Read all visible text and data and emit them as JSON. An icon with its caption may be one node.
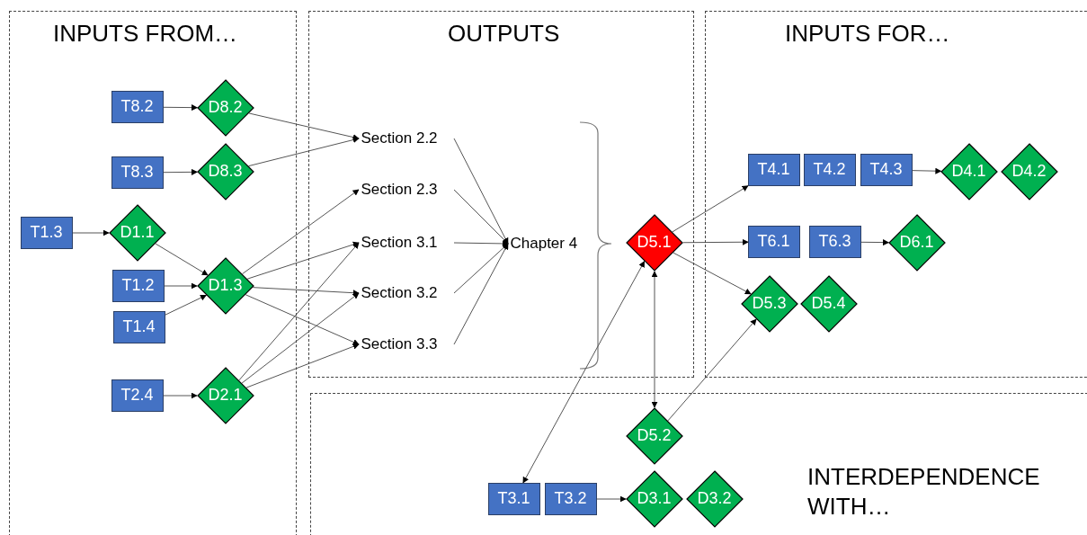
{
  "diagram": {
    "nodes": [
      {
        "text": [
          "INPUTS FROM…"
        ]
      },
      {
        "text": [
          "OUTPUTS"
        ]
      },
      {
        "text": [
          "INPUTS FOR…"
        ]
      },
      {
        "text": [
          "INTERDEPENDENCE WITH…"
        ]
      },
      {
        "text": [
          "T8.2"
        ],
        "in": 0
      },
      {
        "text": [
          "D8.2"
        ],
        "in": 0
      },
      {
        "text": [
          "T8.3"
        ],
        "in": 0
      },
      {
        "text": [
          "D8.3"
        ],
        "in": 0
      },
      {
        "text": [
          "T1.3"
        ],
        "in": 0
      },
      {
        "text": [
          "D1.1"
        ],
        "in": 0
      },
      {
        "text": [
          "T1.2"
        ],
        "in": 0
      },
      {
        "text": [
          "D1.3"
        ],
        "in": 0
      },
      {
        "text": [
          "T1.4"
        ],
        "in": 0
      },
      {
        "text": [
          "T2.4"
        ],
        "in": 0
      },
      {
        "text": [
          "D2.1"
        ],
        "in": 0
      },
      {
        "text": [
          "Section 2.2"
        ],
        "in": 1
      },
      {
        "text": [
          "Section 2.3"
        ],
        "in": 1
      },
      {
        "text": [
          "Section 3.1"
        ],
        "in": 1
      },
      {
        "text": [
          "Section 3.2"
        ],
        "in": 1
      },
      {
        "text": [
          "Section 3.3"
        ],
        "in": 1
      },
      {
        "text": [
          "Chapter 4"
        ],
        "in": 1
      },
      {
        "text": [
          "D5.1"
        ],
        "in": 1
      },
      {
        "text": [
          "T4.1"
        ],
        "in": 2
      },
      {
        "text": [
          "T4.2"
        ],
        "in": 2
      },
      {
        "text": [
          "T4.3"
        ],
        "in": 2
      },
      {
        "text": [
          "D4.1"
        ],
        "in": 2
      },
      {
        "text": [
          "D4.2"
        ],
        "in": 2
      },
      {
        "text": [
          "T6.1"
        ],
        "in": 2
      },
      {
        "text": [
          "T6.3"
        ],
        "in": 2
      },
      {
        "text": [
          "D6.1"
        ],
        "in": 2
      },
      {
        "text": [
          "D5.3"
        ],
        "in": 2
      },
      {
        "text": [
          "D5.4"
        ],
        "in": 2
      },
      {
        "text": [
          "D5.2"
        ],
        "in": 3
      },
      {
        "text": [
          "T3.1"
        ],
        "in": 3
      },
      {
        "text": [
          "T3.2"
        ],
        "in": 3
      },
      {
        "text": [
          "D3.1"
        ],
        "in": 3
      },
      {
        "text": [
          "D3.2"
        ],
        "in": 3
      }
    ],
    "edges": [
      {
        "from": 4,
        "to": 5,
        "arrow": "to"
      },
      {
        "from": 6,
        "to": 7,
        "arrow": "to"
      },
      {
        "from": 5,
        "to": 15,
        "arrow": "to"
      },
      {
        "from": 7,
        "to": 15,
        "arrow": "to"
      },
      {
        "from": 8,
        "to": 9,
        "arrow": "to"
      },
      {
        "from": 9,
        "to": 11,
        "arrow": "to"
      },
      {
        "from": 10,
        "to": 11,
        "arrow": "to"
      },
      {
        "from": 12,
        "to": 11,
        "arrow": "to"
      },
      {
        "from": 13,
        "to": 14,
        "arrow": "to"
      },
      {
        "from": 11,
        "to": 16,
        "arrow": "to"
      },
      {
        "from": 11,
        "to": 17,
        "arrow": "to"
      },
      {
        "from": 11,
        "to": 18,
        "arrow": "to"
      },
      {
        "from": 11,
        "to": 19,
        "arrow": "to"
      },
      {
        "from": 14,
        "to": 17,
        "arrow": "to"
      },
      {
        "from": 14,
        "to": 18,
        "arrow": "to"
      },
      {
        "from": 14,
        "to": 19,
        "arrow": "to"
      },
      {
        "from": 15,
        "to": 20,
        "arrow": "to"
      },
      {
        "from": 16,
        "to": 20,
        "arrow": "to"
      },
      {
        "from": 17,
        "to": 20,
        "arrow": "to"
      },
      {
        "from": 18,
        "to": 20,
        "arrow": "to"
      },
      {
        "from": 19,
        "to": 20,
        "arrow": "to"
      },
      {
        "from": 21,
        "to": 22,
        "arrow": "to"
      },
      {
        "from": 21,
        "to": 27,
        "arrow": "to"
      },
      {
        "from": 21,
        "to": 30,
        "arrow": "to"
      },
      {
        "from": 24,
        "to": 25,
        "arrow": "to"
      },
      {
        "from": 28,
        "to": 29,
        "arrow": "to"
      },
      {
        "from": 21,
        "to": 32,
        "arrow": "both"
      },
      {
        "from": 21,
        "to": 33,
        "arrow": "both"
      },
      {
        "from": 32,
        "to": 30,
        "arrow": "to"
      },
      {
        "from": 34,
        "to": 35,
        "arrow": "to"
      }
    ]
  }
}
